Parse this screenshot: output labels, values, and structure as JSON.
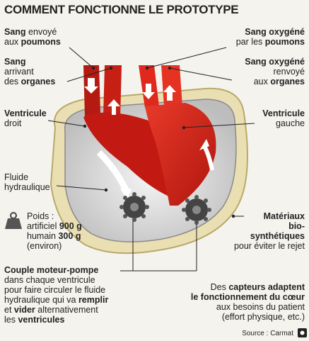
{
  "title": "COMMENT FONCTIONNE LE PROTOTYPE",
  "labels": {
    "sang_envoye": {
      "a": "Sang",
      "b": " envoyé",
      "c": "aux ",
      "d": "poumons"
    },
    "sang_arrivant": {
      "a": "Sang",
      "b": "arrivant",
      "c": "des ",
      "d": "organes"
    },
    "ventricule_droit": {
      "a": "Ventricule",
      "b": "droit"
    },
    "fluide": {
      "a": "Fluide",
      "b": "hydraulique"
    },
    "poids": {
      "a": "Poids :",
      "b": "artificiel ",
      "c": "900 g",
      "d": "humain ",
      "e": "300 g",
      "f": "(environ)"
    },
    "couple": {
      "a": "Couple moteur-pompe",
      "b": "dans chaque ventricule",
      "c": "pour faire circuler le fluide",
      "d": "hydraulique qui va ",
      "e": "remplir",
      "f": "et ",
      "g": "vider",
      "h": " alternativement",
      "i": "les ",
      "j": "ventricules"
    },
    "sang_oxy_poumons": {
      "a": "Sang oxygéné",
      "b": "par les ",
      "c": "poumons"
    },
    "sang_oxy_organes": {
      "a": "Sang oxygéné",
      "b": "renvoyé",
      "c": "aux ",
      "d": "organes"
    },
    "ventricule_gauche": {
      "a": "Ventricule",
      "b": "gauche"
    },
    "materiaux": {
      "a": "Matériaux",
      "b": "bio-",
      "c": "synthétiques",
      "d": "pour éviter le rejet"
    },
    "capteurs": {
      "a": "Des ",
      "b": "capteurs adaptent",
      "c": "le fonctionnement du cœur",
      "d": "aux besoins du patient",
      "e": "(effort physique, etc.)"
    },
    "source": "Source : Carmat"
  },
  "colors": {
    "red": "#d9261c",
    "gold": "#e8d9a0",
    "gray": "#c9c9c9"
  }
}
